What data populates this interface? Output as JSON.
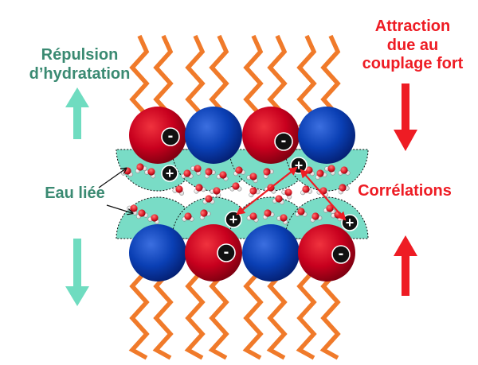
{
  "labels": {
    "repulsion_line1": "Répulsion",
    "repulsion_line2": "d’hydratation",
    "attraction_line1": "Attraction",
    "attraction_line2": "due au",
    "attraction_line3": "couplage fort",
    "correlations": "Corrélations",
    "bound_water": "Eau liée"
  },
  "ion_signs": {
    "cation": "+",
    "anion": "-"
  },
  "colors": {
    "repulsion_text": "#3a8a72",
    "repulsion_arrow": "#6fdcc0",
    "attraction": "#ee1c24",
    "hydration_shell": "#79dcc6",
    "anion_headgroup": "#c8001e",
    "neutral_headgroup": "#0a3fb4",
    "tails": "#f07a2a",
    "counterion": "#111111",
    "water_oxygen": "#e0202a"
  }
}
